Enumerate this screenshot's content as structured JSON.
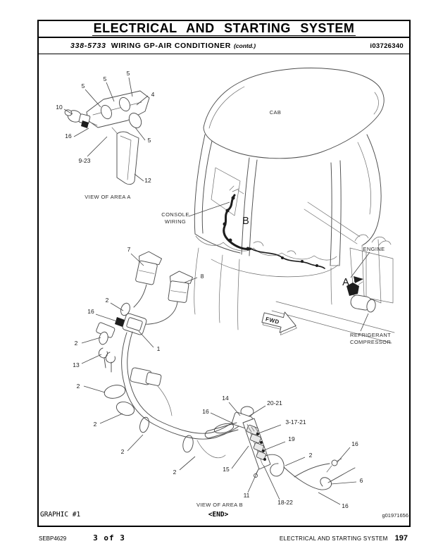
{
  "header": {
    "title": "ELECTRICAL AND STARTING SYSTEM",
    "doc_number": "338-5733",
    "doc_title": "WIRING GP-AIR CONDITIONER",
    "contd": "(contd.)",
    "media_id": "i03726340"
  },
  "graphic": {
    "caption": "GRAPHIC #1",
    "end_marker": "<END>",
    "image_id": "g01971656",
    "labels": {
      "view_a": "VIEW OF AREA A",
      "view_b": "VIEW OF AREA B",
      "cab": "CAB",
      "console_line1": "CONSOLE",
      "console_line2": "WIRING",
      "area_b_marker": "B",
      "engine": "ENGINE",
      "area_a_marker": "A",
      "fwd": "FWD",
      "refrigerant_line1": "REFRIGERANT",
      "refrigerant_line2": "COMPRESSOR"
    },
    "callouts": [
      {
        "label": "5"
      },
      {
        "label": "5"
      },
      {
        "label": "5"
      },
      {
        "label": "4"
      },
      {
        "label": "10"
      },
      {
        "label": "16"
      },
      {
        "label": "5"
      },
      {
        "label": "9-23"
      },
      {
        "label": "12"
      },
      {
        "label": "7"
      },
      {
        "label": "8"
      },
      {
        "label": "2"
      },
      {
        "label": "16"
      },
      {
        "label": "2"
      },
      {
        "label": "1"
      },
      {
        "label": "13"
      },
      {
        "label": "2"
      },
      {
        "label": "2"
      },
      {
        "label": "2"
      },
      {
        "label": "2"
      },
      {
        "label": "16"
      },
      {
        "label": "14"
      },
      {
        "label": "20-21"
      },
      {
        "label": "3-17-21"
      },
      {
        "label": "19"
      },
      {
        "label": "2"
      },
      {
        "label": "16"
      },
      {
        "label": "15"
      },
      {
        "label": "6"
      },
      {
        "label": "11"
      },
      {
        "label": "18-22"
      },
      {
        "label": "16"
      }
    ]
  },
  "footer": {
    "manual_code": "SEBP4629",
    "page_info": "3 of 3",
    "section": "ELECTRICAL AND STARTING SYSTEM",
    "page_number": "197"
  }
}
